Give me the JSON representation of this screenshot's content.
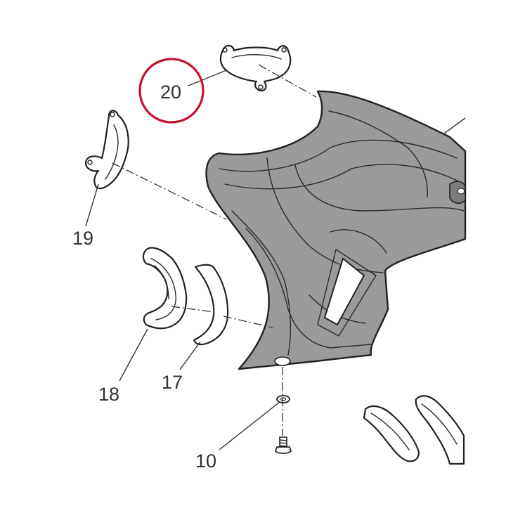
{
  "colors": {
    "background": "#ffffff",
    "cover_fill": "#9a9a9a",
    "cover_shade": "#8a8a8a",
    "line": "#222222",
    "highlight_circle": "#c8102e",
    "callout_text": "#333333"
  },
  "callouts": {
    "c20": "20",
    "c19": "19",
    "c18": "18",
    "c17": "17",
    "c10": "10"
  },
  "highlighted_part": "20"
}
